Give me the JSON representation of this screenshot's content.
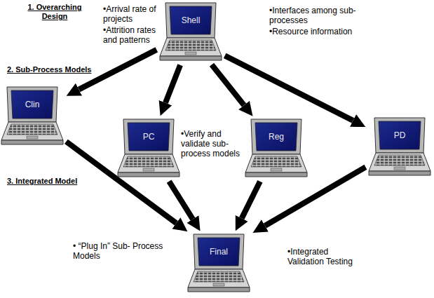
{
  "diagram": {
    "nodes": [
      {
        "text": [
          "Shell"
        ]
      },
      {
        "text": [
          "Clin"
        ]
      },
      {
        "text": [
          "PC"
        ]
      },
      {
        "text": [
          "Reg"
        ]
      },
      {
        "text": [
          "PD"
        ]
      },
      {
        "text": [
          "Final"
        ]
      }
    ],
    "edges": [
      {
        "from": 0,
        "to": 1,
        "arrow": "to"
      },
      {
        "from": 0,
        "to": 2,
        "arrow": "to"
      },
      {
        "from": 0,
        "to": 3,
        "arrow": "to"
      },
      {
        "from": 0,
        "to": 4,
        "arrow": "to"
      },
      {
        "from": 1,
        "to": 5,
        "arrow": "to"
      },
      {
        "from": 2,
        "to": 5,
        "arrow": "to"
      },
      {
        "from": 3,
        "to": 5,
        "arrow": "to"
      },
      {
        "from": 4,
        "to": 5,
        "arrow": "to"
      }
    ],
    "labels": [
      "1. Overarching Design",
      "•Arrival rate of projects",
      "•Attrition rates and patterns",
      "•Interfaces among sub-processes",
      "•Resource information",
      "2. Sub-Process Models",
      "•Verify and validate sub-process models",
      "3. Integrated Model",
      "• “Plug In” Sub- Process Models",
      "•Integrated Validation Testing"
    ]
  }
}
